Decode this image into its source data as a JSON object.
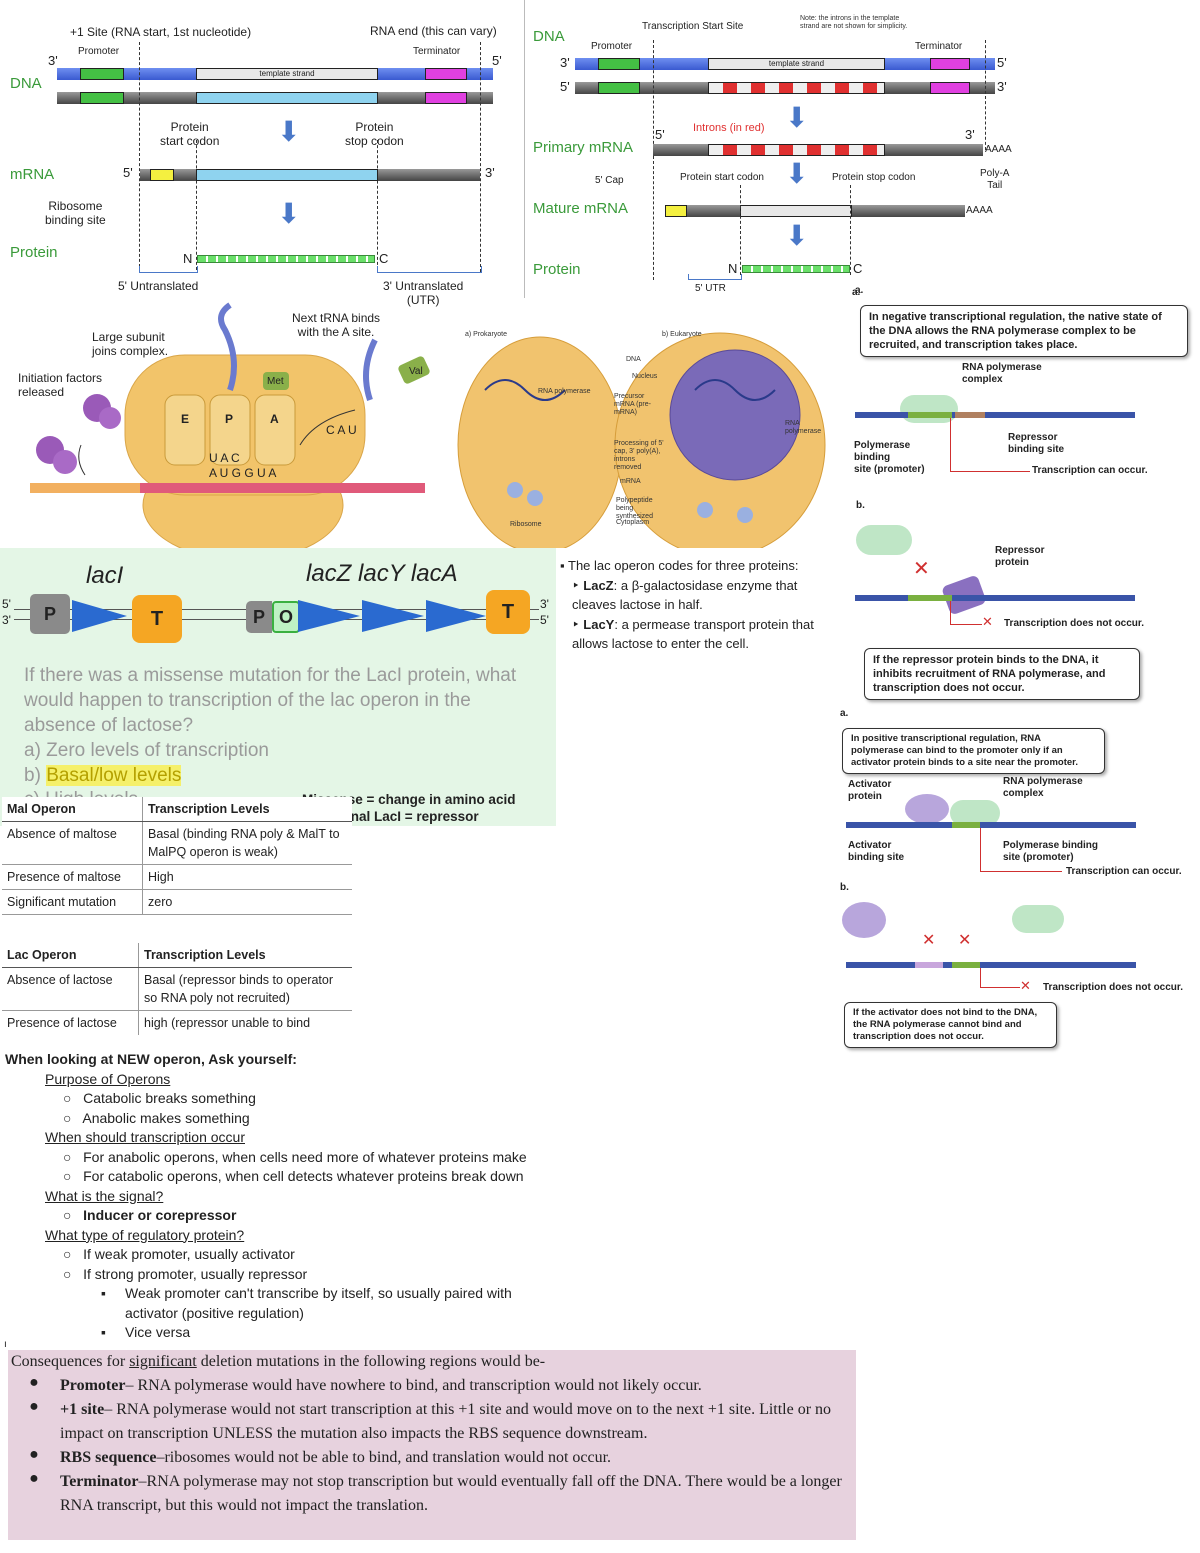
{
  "panel1": {
    "plus1_site": "+1 Site (RNA start, 1st nucleotide)",
    "rna_end": "RNA end (this can vary)",
    "promoter": "Promoter",
    "terminator": "Terminator",
    "three_prime": "3'",
    "five_prime": "5'",
    "dna": "DNA",
    "template_strand": "template strand",
    "protein_start_codon": "Protein\nstart codon",
    "protein_stop_codon": "Protein\nstop codon",
    "mrna": "mRNA",
    "ribosome_binding_site": "Ribosome\nbinding site",
    "protein": "Protein",
    "n_term": "N",
    "c_term": "C",
    "utr5": "5' Untranslated",
    "utr3": "3' Untranslated\n(UTR)"
  },
  "panel2": {
    "dna": "DNA",
    "tss": "Transcription Start Site",
    "note": "Note: the introns in the template\nstrand are not shown for simplicity.",
    "promoter": "Promoter",
    "terminator": "Terminator",
    "template_strand": "template strand",
    "three_prime": "3'",
    "five_prime": "5'",
    "introns": "Introns (in red)",
    "primary_mrna": "Primary mRNA",
    "aaaa": "AAAA",
    "cap5": "5' Cap",
    "protein_start": "Protein start codon",
    "protein_stop": "Protein stop codon",
    "polya": "Poly-A\nTail",
    "mature_mrna": "Mature mRNA",
    "protein": "Protein",
    "n_term": "N",
    "c_term": "C",
    "utr5": "5' UTR",
    "a_label": "a."
  },
  "translation": {
    "next_trna": "Next tRNA binds\nwith the A site.",
    "large_subunit": "Large subunit\njoins complex.",
    "initiation": "Initiation factors\nreleased",
    "met": "Met",
    "val": "Val",
    "sites": [
      "E",
      "P",
      "A"
    ],
    "anticodon1": "U A C",
    "codons": "A U G G U A",
    "cau": "C A U"
  },
  "cells": {
    "prokaryote": "a) Prokaryote",
    "eukaryote": "b) Eukaryote",
    "labels": [
      "DNA",
      "Nucleus",
      "RNA polymerase",
      "Precursor mRNA (pre-mRNA)",
      "Processing of 5' cap, 3' poly(A), introns removed",
      "mRNA",
      "Polypeptide being synthesized",
      "Ribosome",
      "Cytoplasm",
      "RNA polymerase"
    ]
  },
  "operon": {
    "laci": "lacI",
    "lacz": "lacZ lacY lacA",
    "p": "P",
    "t": "T",
    "o": "O",
    "five_prime": "5'",
    "three_prime": "3'",
    "question": "If there was a missense mutation for the LacI protein, what would happen to transcription of the lac operon in the absence of lactose?",
    "option_a": "a)   Zero levels of transcription",
    "option_b_prefix": "b)   ",
    "option_b": "Basal/low levels",
    "option_c": "c)   High levels",
    "missense_note": "Missense = change in amino acid",
    "functional_note": "Functional LacI = repressor"
  },
  "lac_notes": {
    "intro": "The lac operon codes for three proteins:",
    "lacz_name": "LacZ",
    "lacz_desc": ": a β-galactosidase enzyme that cleaves lactose in half.",
    "lacy_name": "LacY",
    "lacy_desc": ": a permease transport protein that allows lactose to enter the cell."
  },
  "mal_table": {
    "headers": [
      "Mal Operon",
      "Transcription Levels"
    ],
    "rows": [
      [
        "Absence of maltose",
        "Basal (binding RNA poly & MalT to MalPQ operon is weak)"
      ],
      [
        "Presence of maltose",
        "High"
      ],
      [
        "Significant mutation",
        "zero"
      ]
    ]
  },
  "lac_table": {
    "headers": [
      "Lac Operon",
      "Transcription Levels"
    ],
    "rows": [
      [
        "Absence of lactose",
        "Basal (repressor binds to operator so RNA poly not recruited)"
      ],
      [
        "Presence of lactose",
        "high (repressor unable to bind"
      ]
    ]
  },
  "notes": {
    "title": "When looking at NEW operon, Ask yourself:",
    "purpose": "Purpose of Operons",
    "catabolic": "Catabolic breaks something",
    "anabolic": "Anabolic makes something",
    "when": "When should transcription occur",
    "when_anabolic": "For anabolic operons, when cells need more of whatever proteins make",
    "when_catabolic": "For catabolic operons, when cell detects whatever proteins break down",
    "signal": "What is the signal?",
    "signal_answer": "Inducer or corepressor",
    "type": "What type of regulatory protein?",
    "weak": "If weak promoter, usually activator",
    "strong": "If strong promoter, usually repressor",
    "sub1": "Weak promoter can't transcribe by itself, so usually paired with activator (positive regulation)",
    "sub2": "Vice versa"
  },
  "consequences": {
    "intro_a": "Consequences for ",
    "intro_u": "significant",
    "intro_b": " deletion mutations in the following regions would be-",
    "items": [
      {
        "term": "Promoter",
        "text": "– RNA polymerase would have nowhere to bind, and transcription would not likely occur."
      },
      {
        "term": "+1 site",
        "text": "– RNA polymerase would not start transcription at this +1 site and would move on to the next +1 site. Little or no impact on transcription UNLESS the mutation also impacts the RBS sequence downstream."
      },
      {
        "term": "RBS sequence",
        "text": "–ribosomes would not be able to bind, and translation would not occur."
      },
      {
        "term": "Terminator",
        "text": "–RNA polymerase may not stop transcription but would eventually fall off the DNA. There would be a longer RNA transcript, but this would not impact the translation."
      }
    ]
  },
  "regulation": {
    "a1": "a.",
    "neg_text": "In negative transcriptional regulation, the native state of the DNA allows the RNA polymerase complex to be recruited, and transcription takes place.",
    "rnap_complex": "RNA polymerase\ncomplex",
    "poly_site": "Polymerase\nbinding\nsite (promoter)",
    "repressor_site": "Repressor\nbinding site",
    "can_occur": "Transcription can occur.",
    "b1": "b.",
    "repressor_protein": "Repressor\nprotein",
    "not_occur": "Transcription does not occur.",
    "neg_b_text": "If the repressor protein binds to the DNA, it inhibits recruitment of RNA polymerase, and transcription does not occur.",
    "a2": "a.",
    "pos_text": "In positive transcriptional regulation, RNA polymerase can bind to the promoter only if an activator protein binds to a site near the promoter.",
    "activator_protein": "Activator\nprotein",
    "rnap_complex2": "RNA polymerase\ncomplex",
    "activator_site": "Activator\nbinding site",
    "poly_site2": "Polymerase binding\nsite (promoter)",
    "can_occur2": "Transcription can occur.",
    "b2": "b.",
    "not_occur2": "Transcription does not occur.",
    "pos_b_text": "If the activator does not bind to the DNA, the RNA polymerase cannot bind and transcription does not occur."
  },
  "colors": {
    "green_label": "#3a9a3a",
    "promoter": "#44c044",
    "terminator": "#e040e0",
    "template": "#8fd3ef",
    "intron": "#e03030",
    "operon_bg": "#e4f6e6",
    "pink_bg": "#e7d2de",
    "highlight": "#f5f06a"
  }
}
